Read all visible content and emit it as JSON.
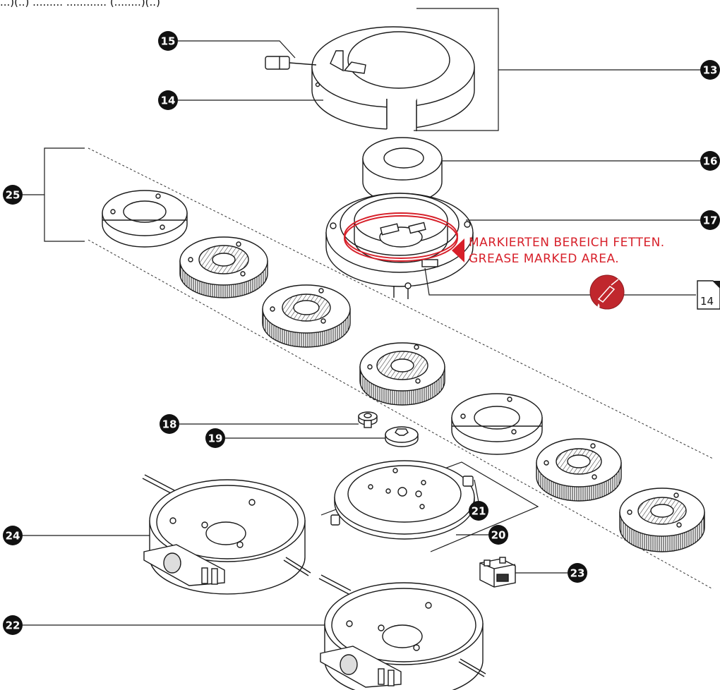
{
  "header_fragment": "...)(..) ......... ............ (........)(..)",
  "callouts": [
    "13",
    "14",
    "15",
    "16",
    "17",
    "18",
    "19",
    "20",
    "21",
    "22",
    "23",
    "24",
    "25"
  ],
  "notice": {
    "line_de": "MARKIERTEN BEREICH FETTEN.",
    "line_en": "GREASE MARKED AREA.",
    "page_ref": "14"
  },
  "colors": {
    "accent": "#d7202a",
    "ink": "#1a1a1a",
    "callout_fill": "#111111",
    "grease_icon_fill": "#c0272d"
  },
  "icons": [
    "grease-brush-icon",
    "document-page-icon",
    "warning-arrow-icon"
  ]
}
